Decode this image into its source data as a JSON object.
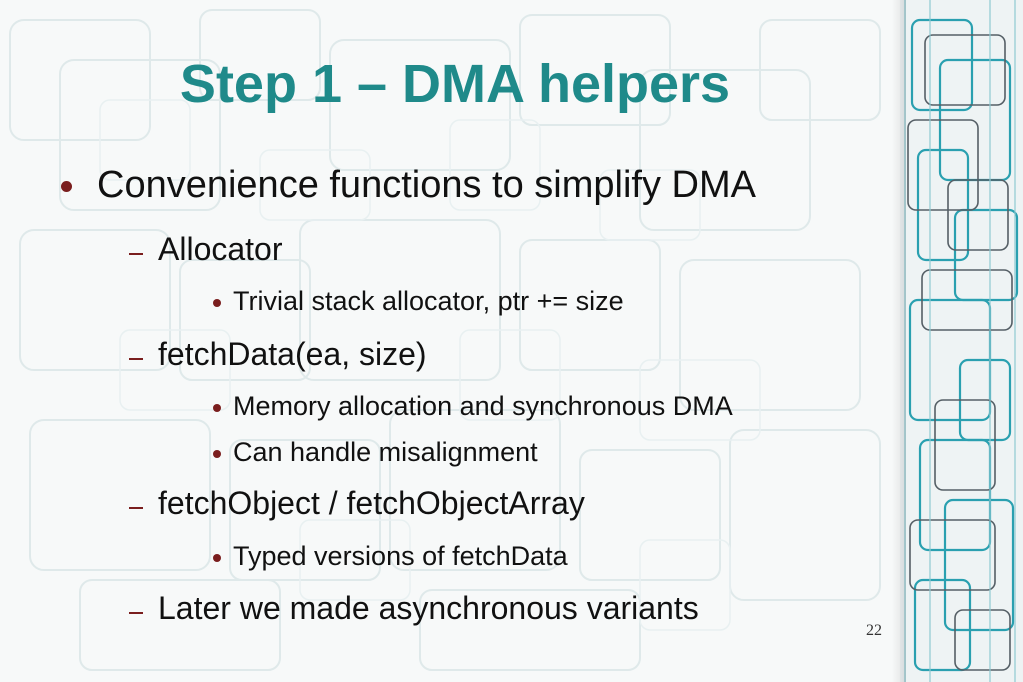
{
  "slide": {
    "title": "Step 1 – DMA helpers",
    "page_number": "22",
    "accent_color": "#1f8a8a",
    "bullet_color": "#7a1e1e",
    "items": [
      {
        "level": 1,
        "text": "Convenience functions to simplify DMA"
      },
      {
        "level": 2,
        "text": "Allocator"
      },
      {
        "level": 3,
        "text": "Trivial stack allocator, ptr += size"
      },
      {
        "level": 2,
        "text": "fetchData(ea, size)"
      },
      {
        "level": 3,
        "text": "Memory allocation and synchronous DMA"
      },
      {
        "level": 3,
        "text": "Can handle misalignment"
      },
      {
        "level": 2,
        "text": "fetchObject / fetchObjectArray"
      },
      {
        "level": 3,
        "text": "Typed versions of fetchData"
      },
      {
        "level": 2,
        "text": "Later we made asynchronous variants"
      }
    ]
  }
}
